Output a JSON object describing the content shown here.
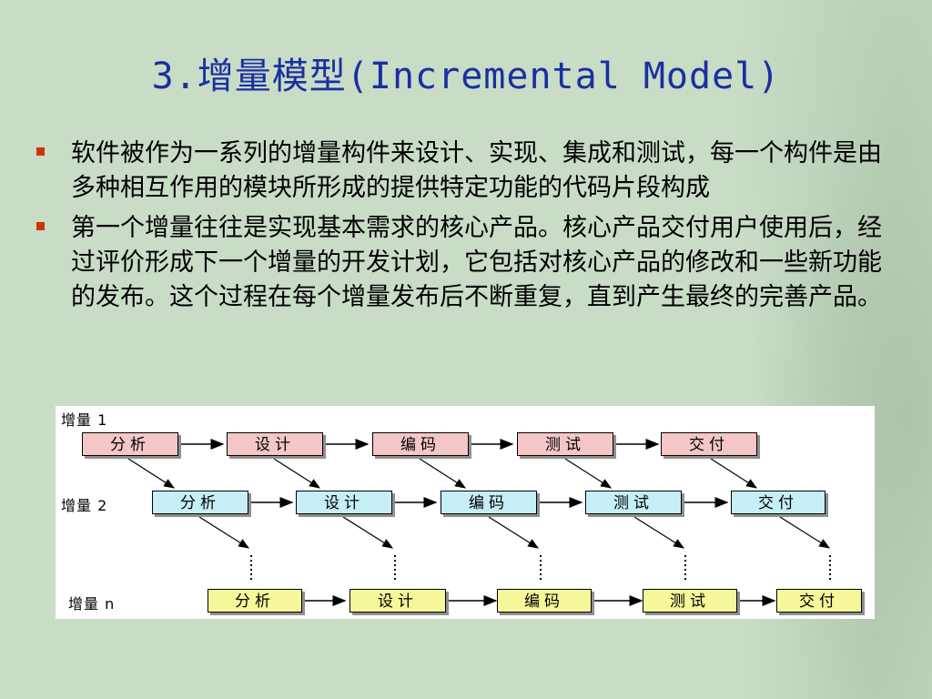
{
  "slide": {
    "title": "3.增量模型(Incremental Model)",
    "bullets": [
      "软件被作为一系列的增量构件来设计、实现、集成和测试，每一个构件是由多种相互作用的模块所形成的提供特定功能的代码片段构成",
      "第一个增量往往是实现基本需求的核心产品。核心产品交付用户使用后，经过评价形成下一个增量的开发计划，它包括对核心产品的修改和一些新功能的发布。这个过程在每个增量发布后不断重复，直到产生最终的完善产品。"
    ]
  },
  "diagram": {
    "rows": [
      {
        "label": "增量 1",
        "steps": [
          "分析",
          "设计",
          "编码",
          "测试",
          "交付"
        ]
      },
      {
        "label": "增量 2",
        "steps": [
          "分析",
          "设计",
          "编码",
          "测试",
          "交付"
        ]
      },
      {
        "label": "增量 n",
        "steps": [
          "分析",
          "设计",
          "编码",
          "测试",
          "交付"
        ]
      }
    ]
  },
  "colors": {
    "title": "#1a2fa0",
    "bullet_marker": "#cc3300",
    "row1_fill": "#f5c6c6",
    "row2_fill": "#c6eef6",
    "row3_fill": "#f6f69a"
  }
}
